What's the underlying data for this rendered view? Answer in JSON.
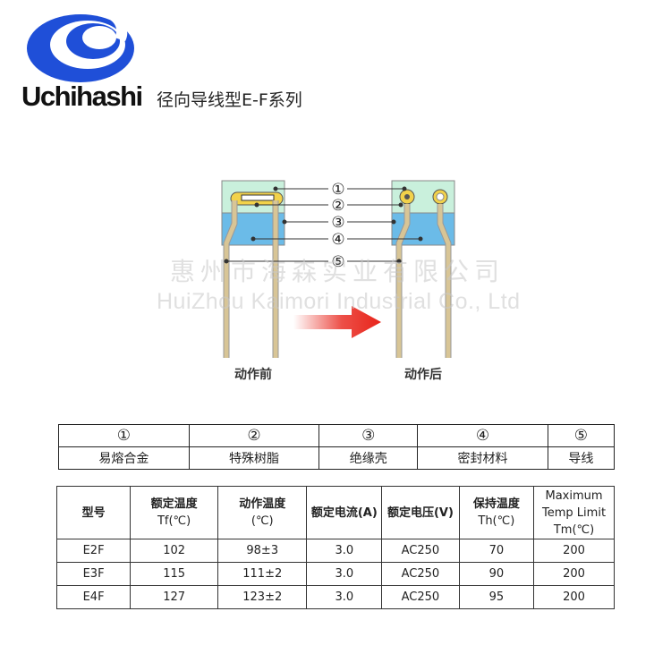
{
  "brand": {
    "name": "Uchihashi"
  },
  "title": "径向导线型E-F系列",
  "watermark": {
    "line1": "惠州市海森实业有限公司",
    "line2": "HuiZhou Kaimori Industrial Co., Ltd"
  },
  "diagram": {
    "markers": [
      "①",
      "②",
      "③",
      "④",
      "⑤"
    ],
    "before_label": "动作前",
    "after_label": "动作后"
  },
  "legend": {
    "numbers": [
      "①",
      "②",
      "③",
      "④",
      "⑤"
    ],
    "names": [
      "易熔合金",
      "特殊树脂",
      "绝缘壳",
      "密封材料",
      "导线"
    ]
  },
  "specs": {
    "headers": [
      [
        "型号"
      ],
      [
        "额定温度",
        "Tf(℃)"
      ],
      [
        "动作温度",
        "(℃)"
      ],
      [
        "额定电流(A)"
      ],
      [
        "额定电压(V)"
      ],
      [
        "保持温度",
        "Th(℃)"
      ],
      [
        "Maximum",
        "Temp Limit",
        "Tm(℃)"
      ]
    ],
    "rows": [
      [
        "E2F",
        "102",
        "98±3",
        "3.0",
        "AC250",
        "70",
        "200"
      ],
      [
        "E3F",
        "115",
        "111±2",
        "3.0",
        "AC250",
        "90",
        "200"
      ],
      [
        "E4F",
        "127",
        "123±2",
        "3.0",
        "AC250",
        "95",
        "200"
      ]
    ]
  },
  "colors": {
    "logo_blue": "#1f4fd8",
    "shell_green": "#c9f0dc",
    "seal_blue": "#6bbbe8",
    "alloy_yellow": "#f2d24a",
    "lead_tan": "#d8c596",
    "arrow_red": "#e8241a"
  }
}
